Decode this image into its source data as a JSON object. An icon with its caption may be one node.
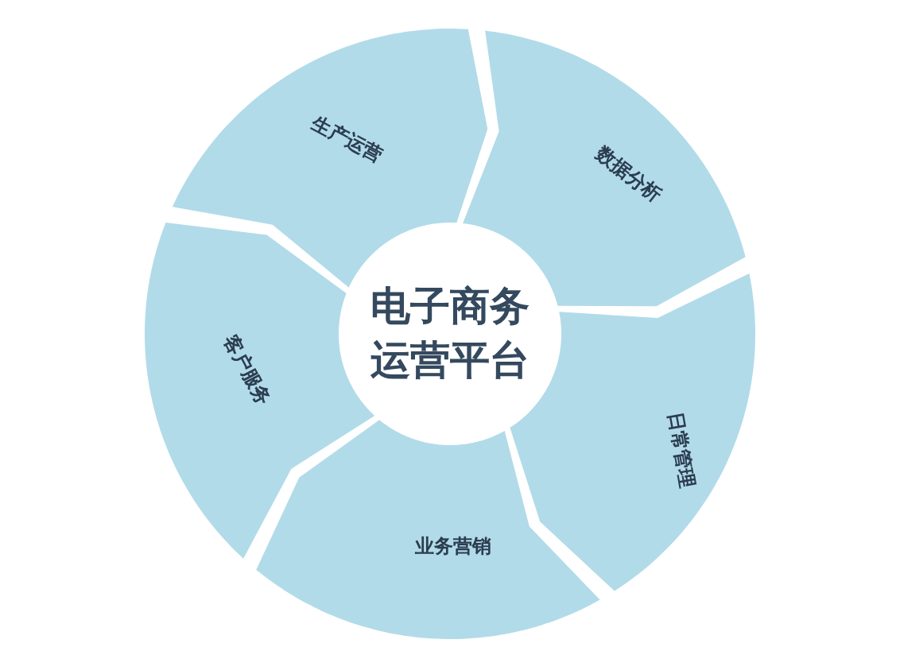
{
  "diagram": {
    "nodes": [
      {
        "text": [
          "电子商务运营平台"
        ]
      },
      {
        "text": [
          "生产运营"
        ]
      },
      {
        "text": [
          "数据分析"
        ]
      },
      {
        "text": [
          "日常管理"
        ]
      },
      {
        "text": [
          "业务营销"
        ]
      },
      {
        "text": [
          "客户服务"
        ]
      }
    ]
  }
}
